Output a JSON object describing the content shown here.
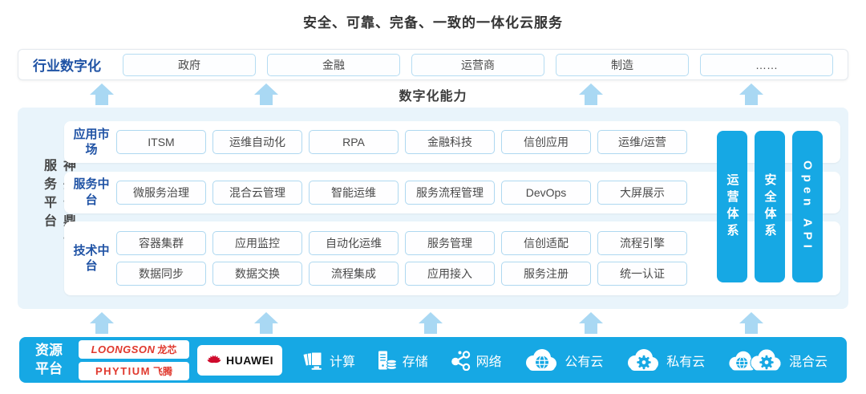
{
  "title": "安全、可靠、完备、一致的一体化云服务",
  "industry": {
    "label": "行业数字化",
    "items": [
      "政府",
      "金融",
      "运营商",
      "制造",
      "……"
    ]
  },
  "capability_label": "数字化能力",
  "platform": {
    "vertical_label": "神州云鼎云服务平台",
    "rows": [
      {
        "label": "应用市场",
        "lines": [
          [
            "ITSM",
            "运维自动化",
            "RPA",
            "金融科技",
            "信创应用",
            "运维/运营"
          ]
        ]
      },
      {
        "label": "服务中台",
        "lines": [
          [
            "微服务治理",
            "混合云管理",
            "智能运维",
            "服务流程管理",
            "DevOps",
            "大屏展示"
          ]
        ]
      },
      {
        "label": "技术中台",
        "lines": [
          [
            "容器集群",
            "应用监控",
            "自动化运维",
            "服务管理",
            "信创适配",
            "流程引擎"
          ],
          [
            "数据同步",
            "数据交换",
            "流程集成",
            "应用接入",
            "服务注册",
            "统一认证"
          ]
        ]
      }
    ],
    "pillars": [
      "运营体系",
      "安全体系",
      "Open API"
    ]
  },
  "resources": {
    "label": "资源平台",
    "vendors": {
      "loongson": {
        "latin": "LOONGSON",
        "cjk": "龙芯"
      },
      "phytium": {
        "latin": "PHYTIUM",
        "cjk": "飞腾"
      },
      "huawei": "HUAWEI"
    },
    "items": [
      {
        "label": "计算",
        "icon": "compute-icon"
      },
      {
        "label": "存储",
        "icon": "storage-icon"
      },
      {
        "label": "网络",
        "icon": "network-icon"
      },
      {
        "label": "公有云",
        "icon": "public-cloud-icon"
      },
      {
        "label": "私有云",
        "icon": "private-cloud-icon"
      },
      {
        "label": "混合云",
        "icon": "hybrid-cloud-icon"
      }
    ]
  },
  "colors": {
    "accent": "#16a8e4",
    "arrow": "#a9d8f3",
    "blue-text": "#2053a5",
    "panel": "#e9f4fb",
    "logo-red": "#e0382d",
    "huawei-red": "#cf0a2c"
  }
}
